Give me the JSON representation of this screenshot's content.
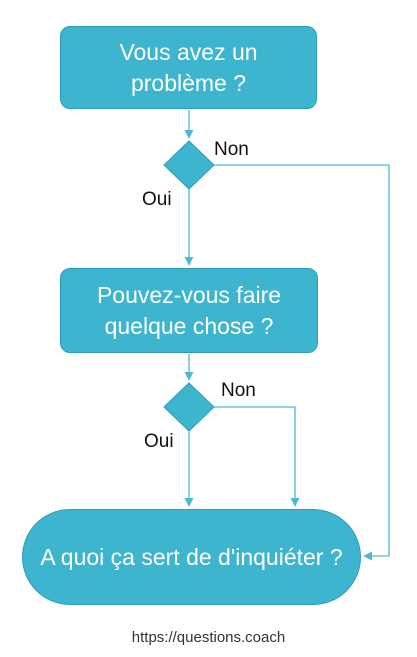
{
  "nodes": {
    "problem": "Vous avez un problème ?",
    "action": "Pouvez-vous faire quelque chose ?",
    "worry": "A quoi ça sert de d'inquiéter ?"
  },
  "labels": {
    "non_1": "Non",
    "oui_1": "Oui",
    "non_2": "Non",
    "oui_2": "Oui"
  },
  "footer": {
    "url": "https://questions.coach"
  },
  "colors": {
    "node_fill": "#3db5cf",
    "connector": "#4cb8d2",
    "node_text": "#ffffff",
    "label_text": "#111111"
  }
}
